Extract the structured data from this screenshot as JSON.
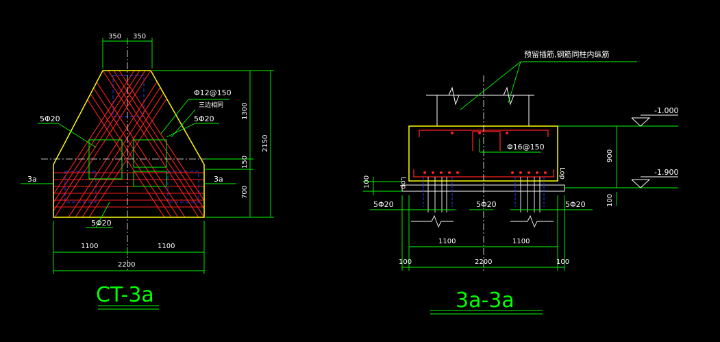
{
  "colors": {
    "background": "#000000",
    "outline": "#ffff00",
    "dimension": "#00ff00",
    "rebar": "#ff2020",
    "hidden_rebar": "#2040ff",
    "text": "#ffffff",
    "title": "#00ff00"
  },
  "plan": {
    "dim_top_left": "350",
    "dim_top_right": "350",
    "dim_right_upper": "1300",
    "dim_right_mid": "150",
    "dim_right_lower": "700",
    "dim_right_total": "2150",
    "dim_bottom_left": "1100",
    "dim_bottom_right": "1100",
    "dim_bottom_total": "2200",
    "rebar_mesh": "Φ12@150",
    "rebar_mesh_note": "三边相同",
    "pile_bars_left": "5Φ20",
    "pile_bars_right": "5Φ20",
    "pile_bars_bottom": "5Φ20",
    "section_mark_left": "3a",
    "section_mark_right": "3a",
    "title": "CT-3a"
  },
  "section": {
    "leader_note": "预留插筋,钢筋同柱内纵筋",
    "elev_top": "-1.000",
    "elev_bottom": "-1.900",
    "dim_height": "900",
    "dim_base": "100",
    "dim_cover_left": "100",
    "side_label_left": "Lop",
    "side_label_right": "Lop",
    "stirrup": "Φ16@150",
    "pile_bars_left": "5Φ20",
    "pile_bars_mid": "5Φ20",
    "pile_bars_right": "5Φ20",
    "dim_span_left": "1100",
    "dim_span_right": "1100",
    "dim_edge_left": "100",
    "dim_edge_right": "100",
    "dim_total": "2200",
    "title": "3a-3a"
  }
}
